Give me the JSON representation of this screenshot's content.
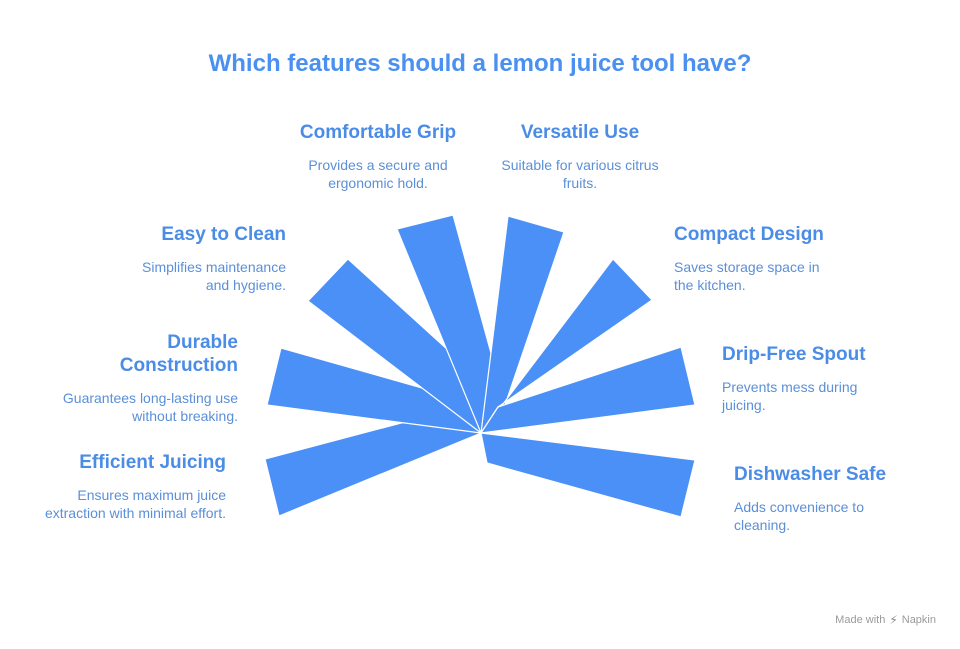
{
  "title": "Which features should a lemon juice tool have?",
  "features": [
    {
      "id": "efficient-juicing",
      "heading": "Efficient Juicing",
      "description": "Ensures maximum juice extraction with minimal effort."
    },
    {
      "id": "durable-construction",
      "heading": "Durable Construction",
      "description": "Guarantees long-lasting use without breaking."
    },
    {
      "id": "easy-to-clean",
      "heading": "Easy to Clean",
      "description": "Simplifies maintenance and hygiene."
    },
    {
      "id": "comfortable-grip",
      "heading": "Comfortable Grip",
      "description": "Provides a secure and ergonomic hold."
    },
    {
      "id": "versatile-use",
      "heading": "Versatile Use",
      "description": "Suitable for various citrus fruits."
    },
    {
      "id": "compact-design",
      "heading": "Compact Design",
      "description": "Saves storage space in the kitchen."
    },
    {
      "id": "drip-free-spout",
      "heading": "Drip-Free Spout",
      "description": "Prevents mess during juicing."
    },
    {
      "id": "dishwasher-safe",
      "heading": "Dishwasher Safe",
      "description": "Adds convenience to cleaning."
    }
  ],
  "branding": {
    "prefix": "Made with",
    "name": "Napkin"
  },
  "colors": {
    "blade": "#4a90f7",
    "blade_stroke": "#ffffff",
    "heading": "#4a8ce6",
    "text": "#5b8fd8"
  }
}
